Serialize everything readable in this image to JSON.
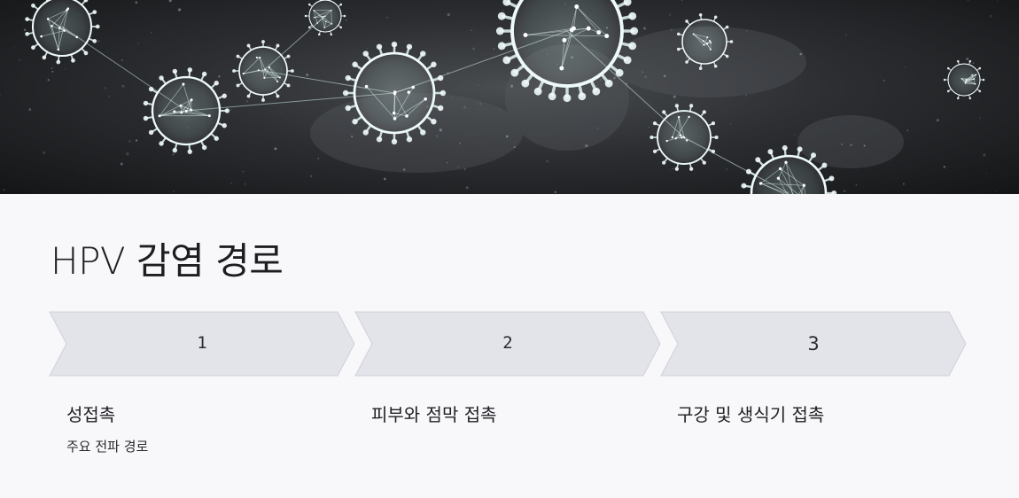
{
  "page": {
    "title": "HPV 감염 경로"
  },
  "hero": {
    "image": "virus-network-illustration"
  },
  "steps": [
    {
      "number": "1",
      "label": "성접촉",
      "sub": "주요 전파 경로"
    },
    {
      "number": "2",
      "label": "피부와 점막 접촉",
      "sub": ""
    },
    {
      "number": "3",
      "label": "구강 및 생식기 접촉",
      "sub": ""
    }
  ],
  "colors": {
    "background": "#f8f8fb",
    "step_fill": "#e3e4ea",
    "step_stroke": "#cfd0d8",
    "hero_dark": "#1a1b1d",
    "virus_glow": "#dff3f2"
  }
}
